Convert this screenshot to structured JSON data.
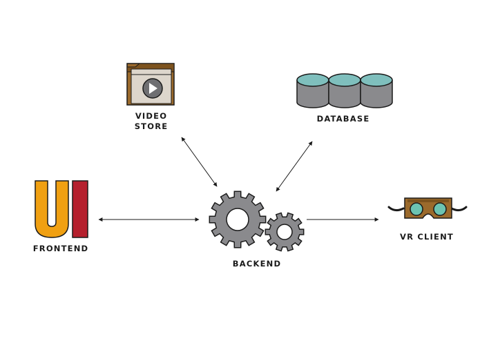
{
  "nodes": {
    "video_store": {
      "label_line1": "VIDEO",
      "label_line2": "STORE"
    },
    "database": {
      "label": "DATABASE"
    },
    "frontend": {
      "label": "FRONTEND",
      "logo_text": "UI"
    },
    "backend": {
      "label": "BACKEND"
    },
    "vr_client": {
      "label": "VR CLIENT"
    }
  },
  "edges": [
    {
      "from": "frontend",
      "to": "backend",
      "direction": "both"
    },
    {
      "from": "video_store",
      "to": "backend",
      "direction": "both"
    },
    {
      "from": "database",
      "to": "backend",
      "direction": "both"
    },
    {
      "from": "backend",
      "to": "vr_client",
      "direction": "forward"
    }
  ],
  "colors": {
    "folder": "#9b6a2c",
    "folder_paper": "#ddd6cc",
    "database_top": "#7fbfbd",
    "database_body": "#8a8a8d",
    "ui_letter_u": "#f0a012",
    "ui_letter_i": "#b5202e",
    "gear": "#8a8a8d",
    "vr_body": "#9b6a2c",
    "vr_lens": "#6cc3b1",
    "outline": "#1a1a1a"
  },
  "icons": [
    "folder-video-icon",
    "database-icon",
    "ui-logo-icon",
    "gears-icon",
    "vr-headset-icon"
  ]
}
